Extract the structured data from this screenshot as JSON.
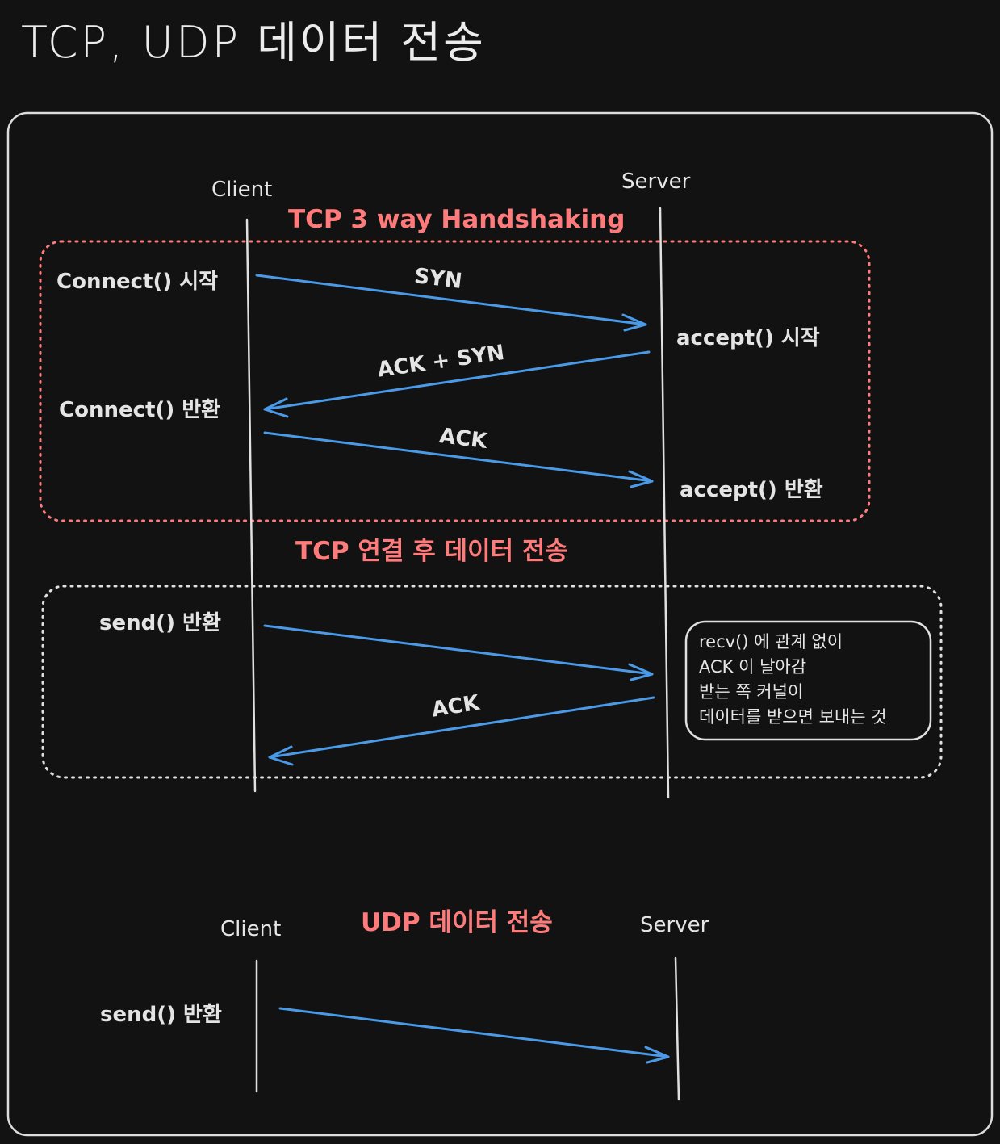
{
  "title": "TCP, UDP 데이터 전송",
  "tcp": {
    "client_label": "Client",
    "server_label": "Server",
    "handshake_title": "TCP 3 way Handshaking",
    "connect_start": "Connect() 시작",
    "accept_start": "accept() 시작",
    "connect_return": "Connect() 반환",
    "accept_return": "accept() 반환",
    "msg_syn": "SYN",
    "msg_ack_syn": "ACK + SYN",
    "msg_ack": "ACK",
    "data_title": "TCP 연결 후 데이터 전송",
    "send_return": "send() 반환",
    "data_ack": "ACK",
    "note_lines": [
      "recv() 에 관계 없이",
      "ACK 이 날아감",
      "받는 쪽 커널이",
      "데이터를 받으면 보내는 것"
    ]
  },
  "udp": {
    "title": "UDP 데이터 전송",
    "client_label": "Client",
    "server_label": "Server",
    "send_return": "send() 반환"
  },
  "colors": {
    "arrow": "#4a9ae8",
    "accent": "#ff7b7b",
    "line": "#e0e0e0"
  }
}
